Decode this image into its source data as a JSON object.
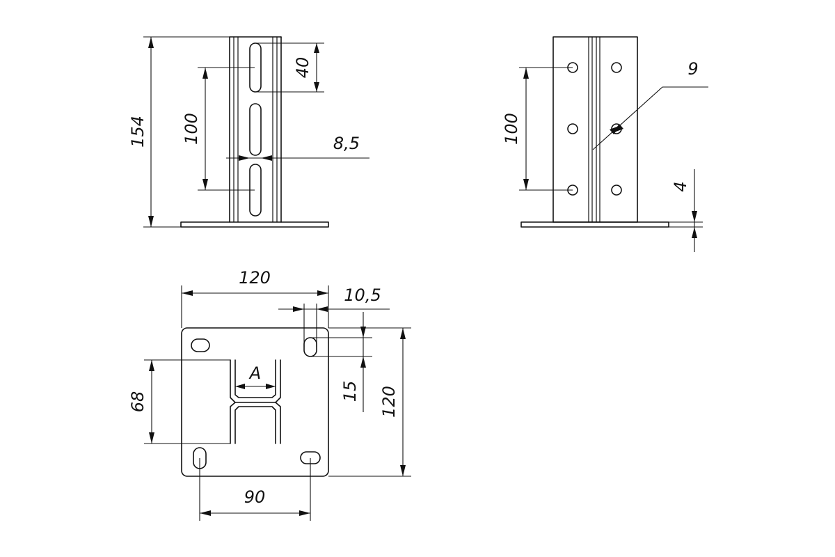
{
  "views": {
    "front": {
      "height": "154",
      "slot_pitch": "100",
      "slot_length": "40",
      "slot_width": "8,5"
    },
    "side": {
      "hole_pitch": "100",
      "hole_diameter": "9",
      "plate_thickness": "4"
    },
    "plan": {
      "width": "120",
      "slot_width": "10,5",
      "slot_length": "15",
      "depth": "120",
      "inner_width": "A",
      "post_depth": "68",
      "hole_spacing": "90"
    }
  }
}
